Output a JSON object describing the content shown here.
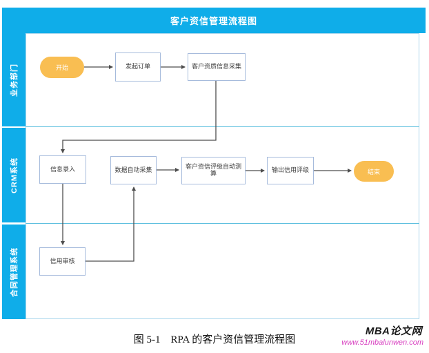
{
  "title": "客户资信管理流程图",
  "lanes": [
    {
      "label": "业务部门"
    },
    {
      "label": "CRM系统"
    },
    {
      "label": "合同管理系统"
    }
  ],
  "nodes": {
    "start": "开始",
    "initiate_order": "发起订单",
    "qualification_collection": "客户资质信息采集",
    "info_entry": "信息录入",
    "auto_data_collection": "数据自动采集",
    "auto_credit_rating": "客户资信评级自动测算",
    "output_credit_rating": "输出信用评级",
    "end": "结束",
    "credit_review": "信用审核"
  },
  "caption": "图 5-1　RPA 的客户资信管理流程图",
  "watermark": {
    "site_name": "MBA论文网",
    "site_url": "www.51mbalunwen.com"
  },
  "colors": {
    "lane_blue": "#0FADE9",
    "separator_blue": "#5FC0DF",
    "node_border": "#A6BBDC",
    "terminal_yellow": "#F9BE52",
    "arrow_gray": "#4D4D4D",
    "watermark_magenta": "#D83FC0"
  }
}
